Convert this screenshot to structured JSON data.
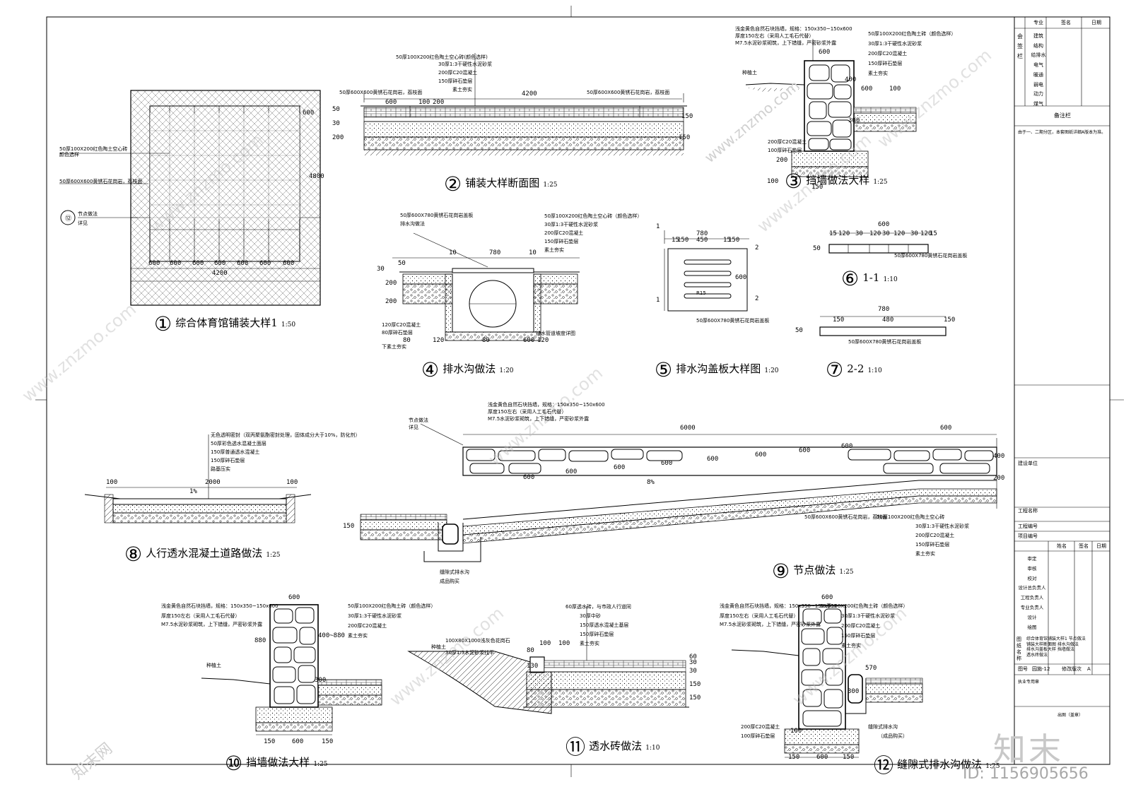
{
  "sheet": {
    "drawings": [
      {
        "num": "①",
        "title": "综合体育馆铺装大样1",
        "scale": "1:50",
        "notes": [
          "50厚100X200红色陶土空心砖",
          "颜色选样",
          "50厚600X600黄锈石花岗岩，荔枝面",
          "节点做法",
          "详见"
        ],
        "dims": [
          "600",
          "600",
          "600",
          "600",
          "600",
          "600",
          "600",
          "4200",
          "600",
          "4800"
        ]
      },
      {
        "num": "②",
        "title": "铺装大样断面图",
        "scale": "1:25",
        "notes": [
          "50厚100X200红色陶土空心砖(颜色选样)",
          "30厚1:3干硬性水泥砂浆",
          "200厚C20混凝土",
          "150厚碎石垫层",
          "素土夯实",
          "50厚600X600黄锈石花岗岩，荔枝面",
          "50厚600X600黄锈石花岗岩，荔枝面"
        ],
        "dims": [
          "600",
          "4200",
          "100",
          "200",
          "150",
          "50",
          "30",
          "200",
          "150"
        ]
      },
      {
        "num": "③",
        "title": "挡墙做法大样",
        "scale": "1:25",
        "notes": [
          "浅金黄色自然石块挡墙，规格：150x350~150x600",
          "厚度150左右（采用人工毛石代替）",
          "M7.5水泥砂浆砌筑，上下错缝，严密砂浆外露",
          "种植土",
          "200厚C20混凝土",
          "100厚碎石垫层",
          "50厚100X200红色陶土砖（颜色选样）",
          "30厚1:3干硬性水泥砂浆",
          "200厚C20混凝土",
          "150厚碎石垫层",
          "素土夯实"
        ],
        "dims": [
          "600",
          "400",
          "600",
          "100",
          "300",
          "200",
          "100",
          "150"
        ]
      },
      {
        "num": "④",
        "title": "排水沟做法",
        "scale": "1:20",
        "notes": [
          "50厚600X780黄锈石花岗岩盖板",
          "排水沟做法",
          "50厚100X200红色陶土空心砖（颜色选样）",
          "30厚1:3干硬性水泥砂浆",
          "200厚C20混凝土",
          "150厚碎石垫层",
          "素土夯实",
          "120厚C20混凝土",
          "80厚碎石垫层",
          "下素土夯实",
          "排水管道坡度详图"
        ],
        "dims": [
          "780",
          "10",
          "10",
          "30",
          "50",
          "200",
          "200",
          "120",
          "80",
          "600",
          "120",
          "80"
        ]
      },
      {
        "num": "⑤",
        "title": "排水沟盖板大样图",
        "scale": "1:20",
        "notes": [
          "R15",
          "50厚600X780黄锈石花岗岩盖板"
        ],
        "dims": [
          "780",
          "150",
          "15",
          "450",
          "15",
          "150",
          "600",
          "1",
          "1",
          "2",
          "2"
        ]
      },
      {
        "num": "⑥",
        "title": "1-1",
        "scale": "1:10",
        "notes": [
          "50厚600X780黄锈石花岗岩盖板"
        ],
        "dims": [
          "600",
          "15",
          "120",
          "30",
          "120",
          "30",
          "120",
          "30",
          "120",
          "15",
          "50"
        ]
      },
      {
        "num": "⑦",
        "title": "2-2",
        "scale": "1:10",
        "notes": [
          "50厚600X780黄锈石花岗岩盖板"
        ],
        "dims": [
          "780",
          "150",
          "480",
          "150",
          "50"
        ]
      },
      {
        "num": "⑧",
        "title": "人行透水混凝土道路做法",
        "scale": "1:25",
        "notes": [
          "无色透明密封（双丙聚氨酯密封处理，固体成分大于10%，防化剂）",
          "50厚彩色透水混凝土面层",
          "150厚普通透水混凝土",
          "150厚碎石垫层",
          "路基压实"
        ],
        "dims": [
          "100",
          "2000",
          "100",
          "1%"
        ]
      },
      {
        "num": "⑨",
        "title": "节点做法",
        "scale": "1:25",
        "notes": [
          "节点做法",
          "详见",
          "浅金黄色自然石块挡墙，规格：150x350~150x600",
          "厚度150左右（采用人工毛石代替）",
          "M7.5水泥砂浆砌筑，上下错缝，严密砂浆外露",
          "50厚600X600黄锈石花岗岩，荔枝面",
          "50厚100X200红色陶土空心砖",
          "30厚1:3干硬性水泥砂浆",
          "200厚C20混凝土",
          "150厚碎石垫层",
          "素土夯实",
          "缝隙式排水沟",
          "成品购买"
        ],
        "dims": [
          "6000",
          "600",
          "600",
          "600",
          "600",
          "600",
          "600",
          "600",
          "600",
          "600",
          "8%",
          "400",
          "200",
          "150"
        ]
      },
      {
        "num": "⑩",
        "title": "挡墙做法大样",
        "scale": "1:25",
        "notes": [
          "浅金黄色自然石块挡墙，规格：150x350~150x600",
          "厚度150左右（采用人工毛石代替）",
          "M7.5水泥砂浆砌筑，上下错缝，严密砂浆外露",
          "种植土",
          "50厚100X200红色陶土砖（颜色选样）",
          "30厚1:3干硬性水泥砂浆",
          "200厚C20混凝土",
          "素土夯实"
        ],
        "dims": [
          "600",
          "880",
          "400~880",
          "300",
          "150",
          "600",
          "150"
        ]
      },
      {
        "num": "⑪",
        "title": "透水砖做法",
        "scale": "1:10",
        "notes": [
          "60厚透水砖，与市政人行道同",
          "30厚中砂",
          "150厚透水混凝土基层",
          "150厚碎石垫层",
          "素土夯实",
          "100X80X1000浅灰色花岗石",
          "30厚1:3水泥砂浆找平",
          "种植土"
        ],
        "dims": [
          "100",
          "100",
          "80",
          "130",
          "30",
          "60",
          "30",
          "150",
          "150"
        ]
      },
      {
        "num": "⑫",
        "title": "缝隙式排水沟做法",
        "scale": "1:25",
        "notes": [
          "浅金黄色自然石块挡墙，规格：150x350~150x600",
          "厚度150左右（采用人工毛石代替）",
          "M7.5水泥砂浆砌筑，上下错缝，严密砂浆外露",
          "50厚100X200红色陶土砖（颜色选样）",
          "30厚1:3干硬性水泥砂浆",
          "200厚C20混凝土",
          "150厚碎石垫层",
          "素土夯实",
          "200厚C20混凝土",
          "100厚碎石垫层",
          "缝隙式排水沟",
          "（成品购买）"
        ],
        "dims": [
          "600",
          "570",
          "300",
          "100",
          "150",
          "600",
          "150"
        ]
      }
    ]
  },
  "titleblock": {
    "sign_header": [
      "专业",
      "签名",
      "日期"
    ],
    "sign_side": "会签栏",
    "disciplines": [
      "建筑",
      "结构",
      "给排水",
      "电气",
      "暖通",
      "弱电",
      "动力",
      "煤气"
    ],
    "remarks_label": "备注栏",
    "remarks_text": "由于一、二期分区，本套图纸详细A版本为准。",
    "client_label": "建设单位",
    "project_name_label": "工程名称",
    "project_no_label": "工程编号",
    "item_no_label": "项目编号",
    "role_header": [
      "",
      "姓名",
      "签名",
      "日期"
    ],
    "roles": [
      "审定",
      "审核",
      "校对",
      "设计总负责人",
      "工程负责人",
      "专业负责人",
      "设计",
      "绘图"
    ],
    "drawing_name_label": "图纸名称",
    "drawing_name_text": [
      "综合体育馆铺装大样1 节点做法",
      "铺装大样断面图 排水沟做法",
      "排水沟盖板大样 挡墙做法",
      "透水砖做法"
    ],
    "drawing_no_label": "图号",
    "drawing_no_value": "园施-12",
    "version_label": "修改版次",
    "version_value": "A",
    "footer_small": "执业专用章",
    "footer_small2": "出图（盖章）"
  },
  "watermark": {
    "site": "www.znzmo.com",
    "brand": "知末网",
    "logo": "知末",
    "id": "ID: 1156905656"
  }
}
